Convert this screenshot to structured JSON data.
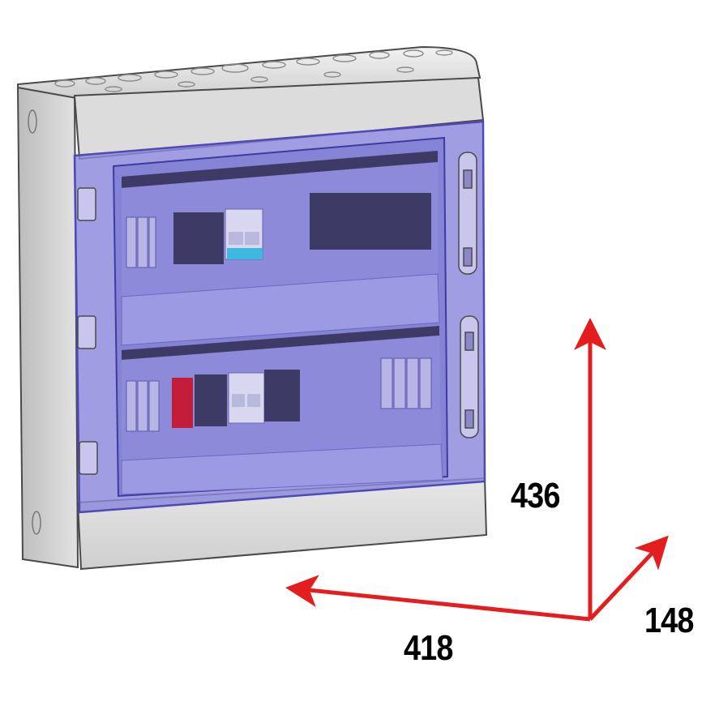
{
  "dimensions": {
    "height": "436",
    "width": "418",
    "depth": "148"
  },
  "colors": {
    "arrow": "#e41e1e",
    "enclosure_body": "#d9d9d9",
    "enclosure_shade": "#bdbdbd",
    "enclosure_outline": "#4a4a4a",
    "door_tint": "#7d7ad6",
    "door_frame": "#6a68c9",
    "device_dark": "#3d3b66",
    "device_light": "#c9c8e8",
    "red_breaker": "#c41d3a",
    "cyan_breaker": "#3db8e0"
  }
}
